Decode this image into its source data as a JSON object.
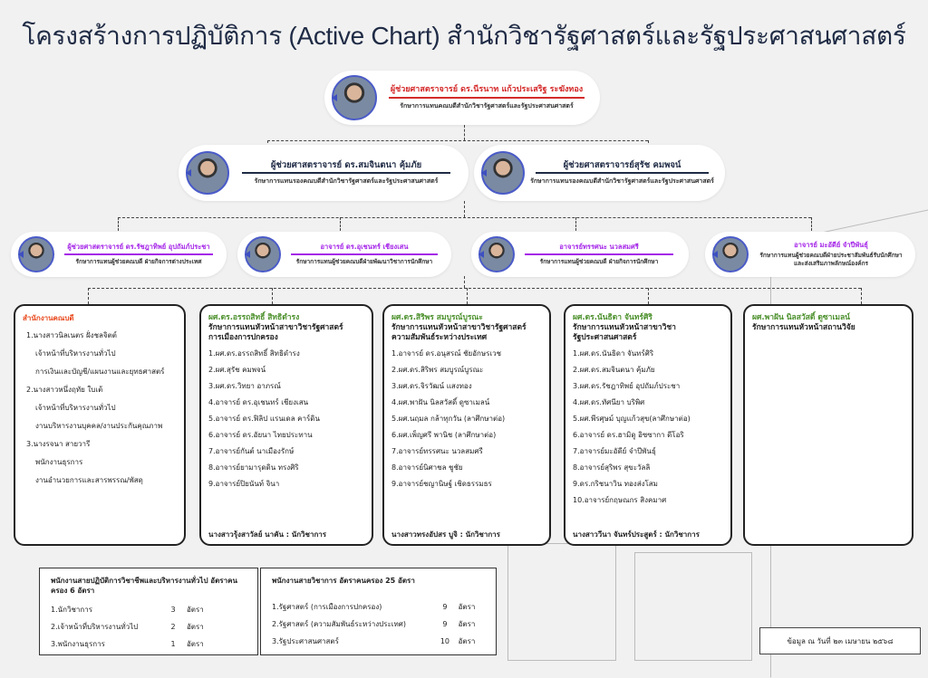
{
  "title": "โครงสร้างการปฏิบัติการ (Active Chart) สำนักวิชารัฐศาสตร์และรัฐประศาสนศาสตร์",
  "colors": {
    "navy": "#1f2b45",
    "red": "#d42a2a",
    "purple": "#a526e8",
    "green": "#4a8f2a",
    "orange": "#e8471b"
  },
  "dean": {
    "name": "ผู้ช่วยศาสตราจารย์ ดร.นีรนาท แก้วประเสริฐ ระฆังทอง",
    "role": "รักษาการแทนคณบดีสำนักวิชารัฐศาสตร์และรัฐประศาสนศาสตร์"
  },
  "deputies": [
    {
      "name": "ผู้ช่วยศาสตราจารย์ ดร.สมจินตนา คุ้มภัย",
      "role": "รักษาการแทนรองคณบดีสำนักวิชารัฐศาสตร์และรัฐประศาสนศาสตร์"
    },
    {
      "name": "ผู้ช่วยศาสตราจารย์สุรัช คมพจน์",
      "role": "รักษาการแทนรองคณบดีสำนักวิชารัฐศาสตร์และรัฐประศาสนศาสตร์"
    }
  ],
  "assistants": [
    {
      "name": "ผู้ช่วยศาสตราจารย์ ดร.รัชฎาทิพย์ อุปถัมภ์ประชา",
      "role": "รักษาการแทนผู้ช่วยคณบดี ฝ่ายกิจการต่างประเทศ"
    },
    {
      "name": "อาจารย์ ดร.อุเชนทร์ เชียงเสน",
      "role": "รักษาการแทนผู้ช่วยคณบดีฝ่ายพัฒนาวิชาการนักศึกษา"
    },
    {
      "name": "อาจารย์ทรรศนะ นวลสมศรี",
      "role": "รักษาการแทนผู้ช่วยคณบดี ฝ่ายกิจการนักศึกษา"
    },
    {
      "name": "อาจารย์ มะอัดีย์ จำปีพันธุ์",
      "role": "รักษาการแทนผู้ช่วยคณบดีฝ่ายประชาสัมพันธ์รับนักศึกษา และส่งเสริมภาพลักษณ์องค์กร"
    }
  ],
  "office": {
    "title": "สำนักงานคณบดี",
    "items": [
      "1.นางสาวนิลเนตร ฝั่งชลจิตต์",
      "เจ้าหน้าที่บริหารงานทั่วไป",
      "การเงินและบัญชี/แผนงานและยุทธศาสตร์",
      "2.นางสาวหนึ่งฤทัย ใบเต้",
      "เจ้าหน้าที่บริหารงานทั่วไป",
      "งานบริหารงานบุคคล/งานประกันคุณภาพ",
      "3.นางรจนา สายวารี",
      "พนักงานธุรการ",
      "งานอำนวยการและสารพรรณ/พัสดุ"
    ]
  },
  "programs": [
    {
      "head": "ผศ.ดร.อรรถสิทธิ์ สิทธิดำรง",
      "role": "รักษาการแทนหัวหน้าสาขาวิชารัฐศาสตร์ การเมืองการปกครอง",
      "members": [
        "1.ผศ.ดร.อรรถสิทธิ์ สิทธิดำรง",
        "2.ผศ.สุรัช คมพจน์",
        "3.ผศ.ดร.วิทยา อาภรณ์",
        "4.อาจารย์ ดร.อุเชนทร์ เชียงเสน",
        "5.อาจารย์ ดร.ฟิลิป แรนเดล คาร์ดิน",
        "6.อาจารย์ ดร.อัยนา ไทยประทาน",
        "7.อาจารย์กันต์ นาเมืองรักษ์",
        "8.อาจารย์ยามารุดดิน ทรงศิริ",
        "9.อาจารย์ปิยนันท์ จินา"
      ],
      "staff": "นางสาวรุ้งสาวัลย์ นาคัน : นักวิชาการ"
    },
    {
      "head": "ผศ.ดร.สิริพร สมบูรณ์บูรณะ",
      "role": "รักษาการแทนหัวหน้าสาขาวิชารัฐศาสตร์ ความสัมพันธ์ระหว่างประเทศ",
      "members": [
        "1.อาจารย์ ดร.อนุสรณ์ ชัยอักษรเวช",
        "2.ผศ.ดร.สิริพร สมบูรณ์บูรณะ",
        "3.ผศ.ดร.จิรวัฒน์ แสงทอง",
        "4.ผศ.พาฝัน นิลสวัสดิ์ ดูซาเมลน์",
        "5.ผศ.นฤมล กล้าทุกวัน (ลาศึกษาต่อ)",
        "6.ผศ.เพ็ญศรี พานิช (ลาศึกษาต่อ)",
        "7.อาจารย์ทรรศนะ นวลสมศรี",
        "8.อาจารย์นิศาชล ชูชัย",
        "9.อาจารย์ชญานิษฐ์ เชิดธรรมธร"
      ],
      "staff": "นางสาวทรงอัปสร บูจิ : นักวิชาการ"
    },
    {
      "head": "ผศ.ดร.นันธิดา จันทร์ศิริ",
      "role": "รักษาการแทนหัวหน้าสาขาวิชา รัฐประศาสนศาสตร์",
      "members": [
        "1.ผศ.ดร.นันธิดา จันทร์ศิริ",
        "2.ผศ.ดร.สมจินตนา คุ้มภัย",
        "3.ผศ.ดร.รัชฎาทิพย์ อุปถัมภ์ประชา",
        "4.ผศ.ดร.ทัศนียา บริพิศ",
        "5.ผศ.พีรศุษม์ บุญแก้วสุข(ลาศึกษาต่อ)",
        "6.อาจารย์ ดร.ฮามิดู อิซซากา ดีโอริ",
        "7.อาจารย์มะอัดีย์ จำปีพันธุ์",
        "8.อาจารย์สุริพร สุขะวัลลิ",
        "9.ดร.กริชนาวิน ทองส่งโสม",
        "10.อาจารย์กฤษณกร สิงคมาศ"
      ],
      "staff": "นางสาววีนา จันทร์ประสูตร์ : นักวิชาการ"
    },
    {
      "head": "ผศ.พาฝัน นิลสวัสดิ์ ดูซาเมลน์",
      "role": "รักษาการแทนหัวหน้าสถานวิจัย",
      "members": [],
      "staff": ""
    }
  ],
  "support_table": {
    "title": "พนักงานสายปฏิบัติการวิชาชีพและบริหารงานทั่วไป อัตราคนครอง 6 อัตรา",
    "rows": [
      [
        "1.นักวิชาการ",
        "3",
        "อัตรา"
      ],
      [
        "2.เจ้าหน้าที่บริหารงานทั่วไป",
        "2",
        "อัตรา"
      ],
      [
        "3.พนักงานธุรการ",
        "1",
        "อัตรา"
      ]
    ]
  },
  "academic_table": {
    "title": "พนักงานสายวิชาการ อัตราคนครอง 25 อัตรา",
    "rows": [
      [
        "1.รัฐศาสตร์ (การเมืองการปกครอง)",
        "9",
        "อัตรา"
      ],
      [
        "2.รัฐศาสตร์ (ความสัมพันธ์ระหว่างประเทศ)",
        "9",
        "อัตรา"
      ],
      [
        "3.รัฐประศาสนศาสตร์",
        "10",
        "อัตรา"
      ]
    ]
  },
  "footer_note": "ข้อมูล ณ วันที่ ๒๓ เมษายน ๒๕๖๘"
}
